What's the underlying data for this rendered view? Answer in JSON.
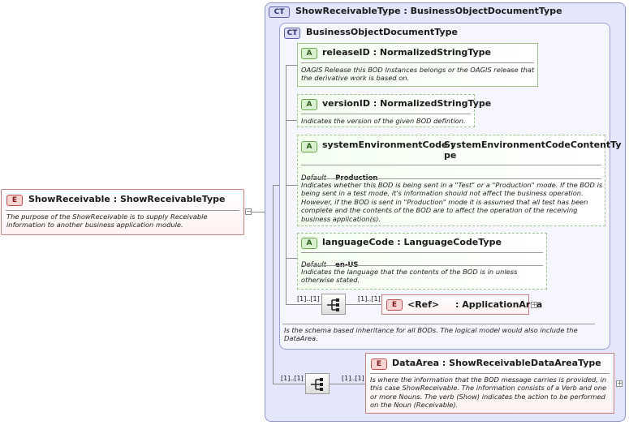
{
  "root_element": {
    "badge": "E",
    "name": "ShowReceivable",
    "colon": ":",
    "type": "ShowReceivableType",
    "doc": "The purpose of the ShowReceivable is to supply Receivable information to another business application module."
  },
  "complex_type": {
    "badge": "CT",
    "name": "ShowReceivableType",
    "colon": ":",
    "base": "BusinessObjectDocumentType"
  },
  "base_type": {
    "badge": "CT",
    "name": "BusinessObjectDocumentType",
    "doc": "Is the schema based inheritance for all BODs. The logical model would also include the DataArea."
  },
  "attributes": [
    {
      "badge": "A",
      "name": "releaseID",
      "colon": ":",
      "type": "NormalizedStringType",
      "doc": "OAGIS Release this BOD Instances belongs or the OAGIS release that the derivative work is based on."
    },
    {
      "badge": "A",
      "name": "versionID",
      "colon": ":",
      "type": "NormalizedStringType",
      "doc": "Indicates the version of the given BOD defintion."
    },
    {
      "badge": "A",
      "name": "systemEnvironmentCode",
      "colon": ":",
      "type_line1": "SystemEnvironmentCodeContentTy",
      "type_line2": "pe",
      "default_label": "Default",
      "default_value": "Production",
      "doc": "Indicates whether this BOD is being sent in a \"Test\" or a \"Production\" mode. If the BOD is being sent in a test mode, it's information should not affect the business operation. However, if the BOD is sent in \"Production\" mode it is assumed that all test has been complete and the contents of the BOD are to affect the operation of the receiving business application(s)."
    },
    {
      "badge": "A",
      "name": "languageCode",
      "colon": ":",
      "type": "LanguageCodeType",
      "default_label": "Default",
      "default_value": "en-US",
      "doc": "Indicates the language that the contents of the BOD is in unless otherwise stated."
    }
  ],
  "inner_sequence": {
    "card_left": "[1]..[1]",
    "card_right": "[1]..[1]",
    "ref_badge": "E",
    "ref_name": "<Ref>",
    "ref_colon": ":",
    "ref_target": "ApplicationArea"
  },
  "outer_sequence": {
    "card_left": "[1]..[1]",
    "card_right": "[1]..[1]",
    "element_badge": "E",
    "element_name": "DataArea",
    "element_colon": ":",
    "element_type": "ShowReceivableDataAreaType",
    "element_doc": "Is where the information that the BOD message carries is provided, in this case ShowReceivable. The information consists of a Verb and one or more Nouns. The verb (Show) indicates the action to be performed on the Noun (Receivable)."
  },
  "colors": {
    "outer_panel": "#e4e6fb",
    "inner_panel": "#f6f6ff",
    "element_fill": "#fff2f2",
    "attribute_fill": "#f4fff0"
  }
}
